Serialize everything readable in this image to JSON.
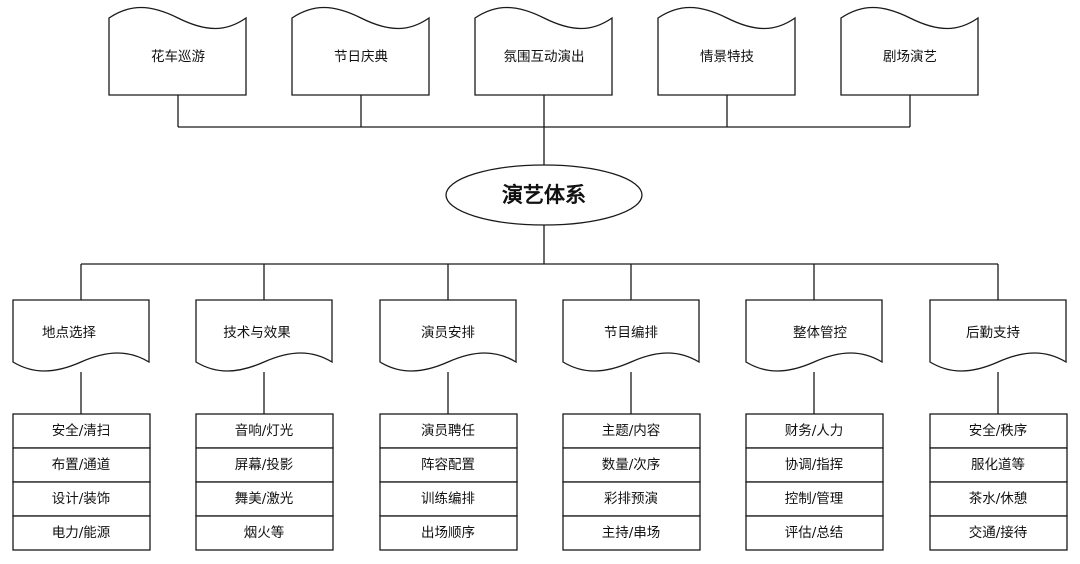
{
  "center": "演艺体系",
  "top_categories": [
    "花车巡游",
    "节日庆典",
    "氛围互动演出",
    "情景特技",
    "剧场演艺"
  ],
  "bottom_categories": [
    {
      "title": "地点选择",
      "items": [
        "安全/清扫",
        "布置/通道",
        "设计/装饰",
        "电力/能源"
      ]
    },
    {
      "title": "技术与效果",
      "items": [
        "音响/灯光",
        "屏幕/投影",
        "舞美/激光",
        "烟火等"
      ]
    },
    {
      "title": "演员安排",
      "items": [
        "演员聘任",
        "阵容配置",
        "训练编排",
        "出场顺序"
      ]
    },
    {
      "title": "节目编排",
      "items": [
        "主题/内容",
        "数量/次序",
        "彩排预演",
        "主持/串场"
      ]
    },
    {
      "title": "整体管控",
      "items": [
        "财务/人力",
        "协调/指挥",
        "控制/管理",
        "评估/总结"
      ]
    },
    {
      "title": "后勤支持",
      "items": [
        "安全/秩序",
        "服化道等",
        "茶水/休憩",
        "交通/接待"
      ]
    }
  ]
}
